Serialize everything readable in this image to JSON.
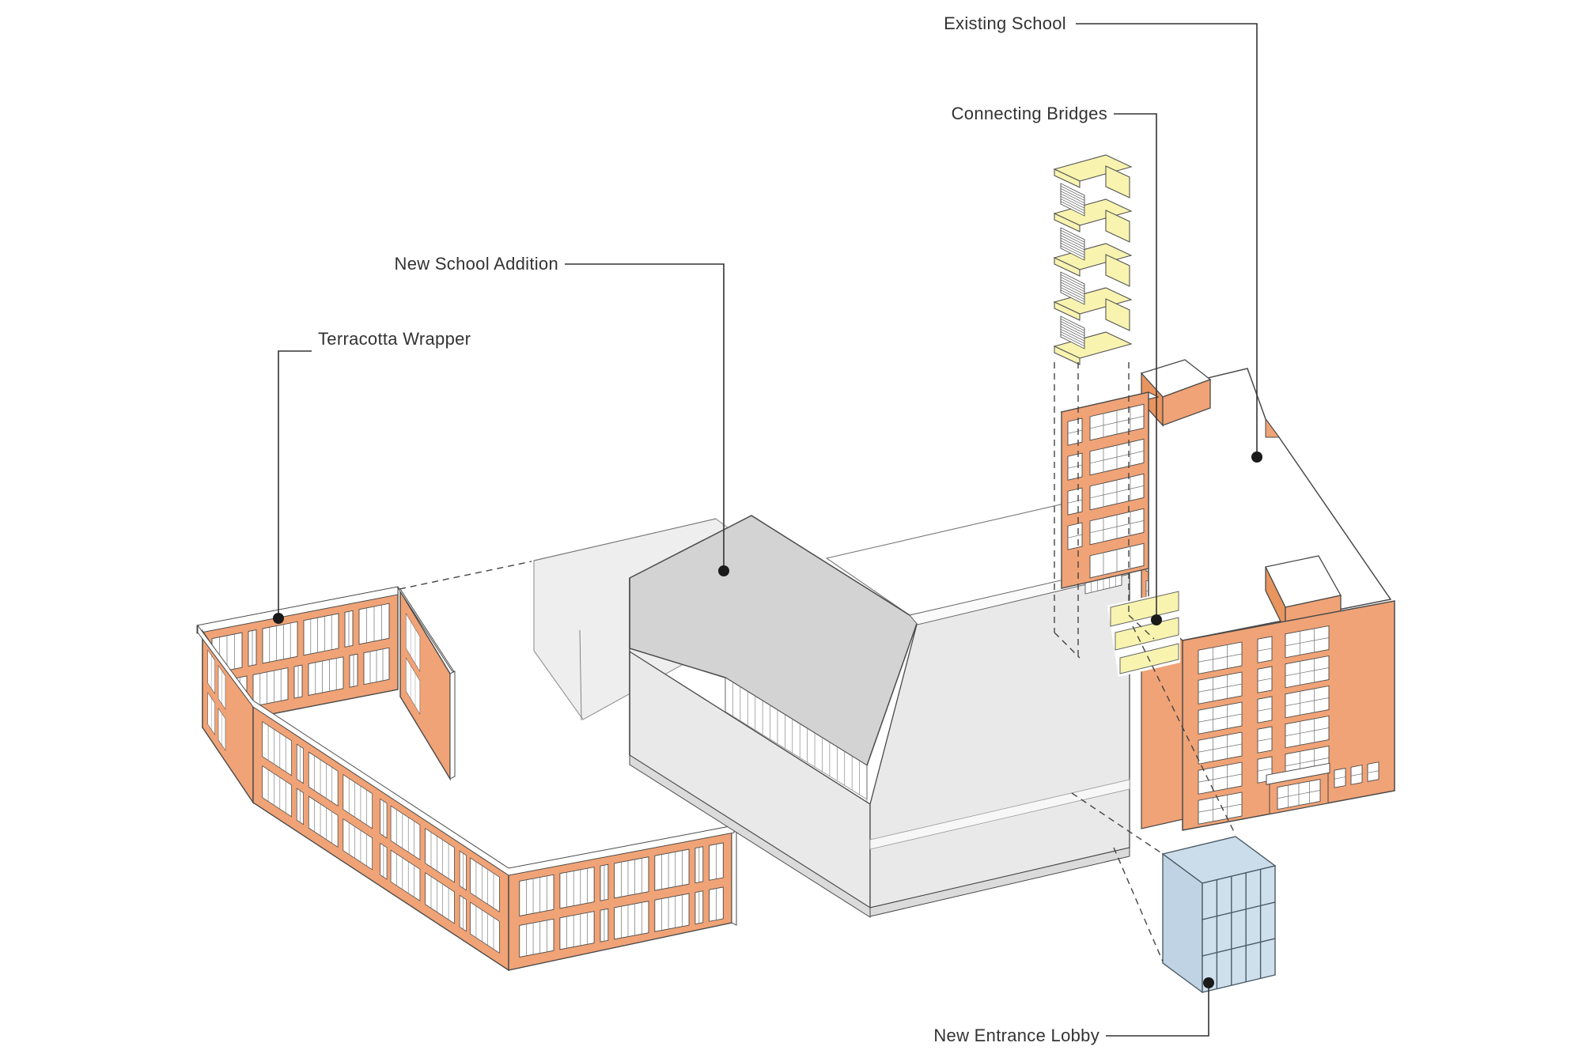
{
  "diagram": {
    "title_labels": {
      "existing_school": "Existing School",
      "connecting_bridges": "Connecting Bridges",
      "new_school_addition": "New School Addition",
      "terracotta_wrapper": "Terracotta Wrapper",
      "new_entrance_lobby": "New Entrance Lobby"
    },
    "palette": {
      "terracotta": "#F0A376",
      "terracotta_dark": "#E8955F",
      "bridge_yellow": "#F8F4B0",
      "lobby_blue_top": "#CBDCEA",
      "lobby_blue_side": "#C0D3E4",
      "lobby_blue_glass": "#CFE0ED",
      "addition_roof_gray": "#D3D3D3",
      "addition_wall_gray": "#E9E9E9",
      "ghost_gray": "#EDEDED",
      "plinth_gray": "#DBDBDB",
      "white": "#FFFFFF",
      "line": "#4A4A4A",
      "label_text": "#333333"
    }
  }
}
